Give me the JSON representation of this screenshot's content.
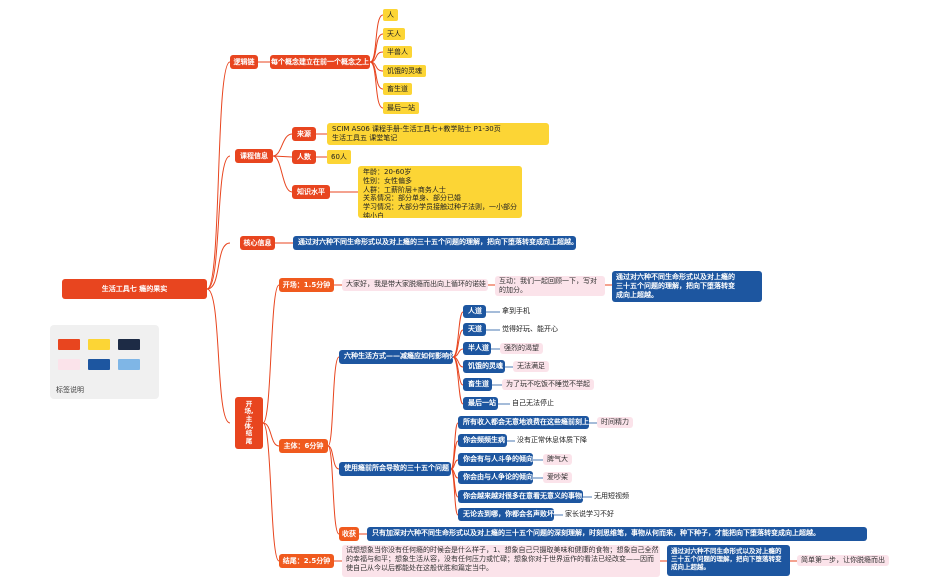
{
  "root": {
    "title": "生活工具七 瘾的果实"
  },
  "logic": {
    "label": "逻辑链",
    "statement": "每个概念建立在前一个概念之上",
    "levels": [
      "人",
      "天人",
      "半兽人",
      "饥饿的灵魂",
      "畜生道",
      "最后一站"
    ]
  },
  "course_info": {
    "label": "课程信息",
    "source": {
      "label": "来源",
      "lines": [
        "SCIM AS06 课程手册-生活工具七+教学贴士 P1-30页",
        "生活工具五 课堂笔记"
      ]
    },
    "people": {
      "label": "人数",
      "value": "60人"
    },
    "knowledge": {
      "label": "知识水平",
      "lines": [
        "年龄：20-60岁",
        "性别：女性偏多",
        "人群：工薪阶层+商务人士",
        "关系情况：部分单身、部分已婚",
        "学习情况：大部分学员接触过种子法则，一小部分纯小白"
      ]
    }
  },
  "core": {
    "label": "核心信息",
    "message": "通过对六种不同生命形式以及对上瘾的三十五个问题的理解，把向下堕落转变成向上超越。"
  },
  "structure": {
    "label": [
      "开",
      "场,",
      "主",
      "体,",
      "结",
      "尾"
    ],
    "opening": {
      "label": "开场：1.5分钟",
      "intro": "大家好，我是带大家脱瘾而出向上循环的诺娃",
      "interaction": [
        "互动：我们一起回顾一下，写对",
        "的加分。"
      ],
      "summary": [
        "通过对六种不同生命形式以及对上瘾的",
        "三十五个问题的理解，把向下堕落转变",
        "成向上超越。"
      ]
    },
    "body": {
      "label": "主体：6分钟",
      "six_forms": {
        "label": "六种生活方式——减瘾应如何影响你",
        "items": [
          {
            "name": "人道",
            "desc": "拿到手机"
          },
          {
            "name": "天道",
            "desc": "觉得好玩、能开心"
          },
          {
            "name": "半人道",
            "desc": "强烈的渴望"
          },
          {
            "name": "饥饿的灵魂",
            "desc": "无法满足"
          },
          {
            "name": "畜生道",
            "desc": "为了玩不吃饭不睡觉不举起"
          },
          {
            "name": "最后一站",
            "desc": "自己无法停止"
          }
        ]
      },
      "questions": {
        "label": "使用瘾前所会导致的三十五个问题",
        "items": [
          {
            "q": "所有收入都会无意地浪费在这些瘾前刻上",
            "a": "时间精力"
          },
          {
            "q": "你会频频生病",
            "a": "没有正常休息体质下降"
          },
          {
            "q": "你会有与人斗争的倾向",
            "a": "脾气大"
          },
          {
            "q": "你会由与人争论的倾向",
            "a": "爱吵架"
          },
          {
            "q": "你会越来越对很多在意看无意义的事物上",
            "a": "无用短视频"
          },
          {
            "q": "无论去到哪，你都会名声败坏",
            "a": "家长说学习不好"
          }
        ]
      },
      "harvest": {
        "label": "收获",
        "text": "只有加深对六种不同生命形式以及对上瘾的三十五个问题的深刻理解，时刻思维笔，事物从何而来，种下种子，才能把向下堕落转变成向上超越。"
      }
    },
    "ending": {
      "label": "结尾：2.5分钟",
      "text": [
        "试想想象当你没有任何瘾的时候会是什么样子，1、想象自己只摄取美味和健康的食物；想象自己全然",
        "的幸福与和平；想象生活从容，没有任何压力或忙碌；想象你对于世界运作的看法已经改变——因而",
        "使自己从今以后都能处在这般优胜和篇定当中。"
      ],
      "summary": [
        "通过对六种不同生命形式以及对上瘾的",
        "三十五个问题的理解，把向下堕落转变",
        "成向上超越。"
      ],
      "step": "简单第一步，让你脱瘾而出"
    }
  },
  "legend": {
    "caption": "标签说明"
  },
  "colors": {
    "primary": "#e8451f",
    "accent": "#f05a1e",
    "leaf_bg": "#fbe3ea",
    "note_bg": "#fcd535",
    "blue": "#1d56a0",
    "line": "#e8451f"
  }
}
